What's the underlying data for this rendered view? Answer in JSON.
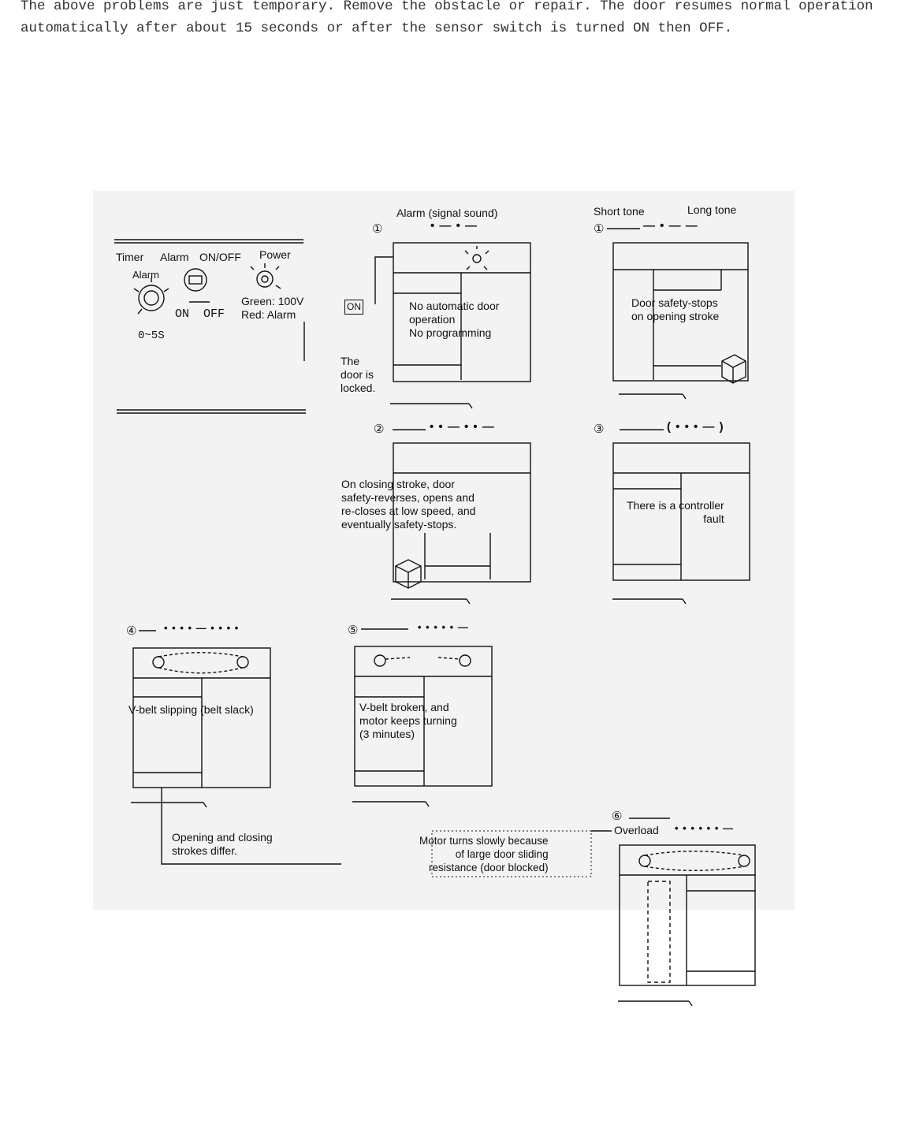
{
  "intro_text": "The above problems are just temporary. Remove the obstacle or repair. The door resumes normal operation automatically after about 15 seconds or after the sensor switch is turned ON then OFF.",
  "panel": {
    "timer": "Timer",
    "alarm": "Alarm",
    "alarm_onoff": "ON/OFF",
    "power": "Power",
    "alarm_sub": "Alarm",
    "on": "ON",
    "off": "OFF",
    "range": "0~5S",
    "green": "Green: 100V",
    "red": "Red: Alarm"
  },
  "case1": {
    "num": "①",
    "title": "Alarm (signal sound)",
    "pattern": "• — • —",
    "switch": "ON",
    "text": "No automatic door\noperation\nNo programming",
    "locked": "The\ndoor is\nlocked."
  },
  "case1b": {
    "num": "①",
    "short_tone": "Short tone",
    "long_tone": "Long tone",
    "pattern": "— • — —",
    "text": "Door safety-stops\non opening stroke"
  },
  "case2": {
    "num": "②",
    "pattern": "• • — • • —",
    "text": "On closing stroke, door\nsafety-reverses, opens and\nre-closes at low speed, and\neventually safety-stops."
  },
  "case3": {
    "num": "③",
    "pattern": "( • • • — )",
    "text": "There is a controller\nfault"
  },
  "case4": {
    "num": "④",
    "pattern": "• • • • — • • • •",
    "text": "V-belt slipping (belt slack)",
    "strokes": "Opening and closing\nstrokes differ."
  },
  "case5": {
    "num": "⑤",
    "pattern": "• • • • • —",
    "text": "V-belt broken, and\nmotor keeps turning\n(3 minutes)"
  },
  "case6": {
    "num": "⑥",
    "overload": "Overload",
    "pattern": "• • • • • • —",
    "motor": "Motor turns slowly because\nof large door sliding\nresistance (door blocked)"
  },
  "colors": {
    "background": "#ffffff",
    "figure_bg": "#f3f3f3",
    "ink": "#111111",
    "intro_text": "#333333"
  },
  "icons": [
    "alarm-sound-icon",
    "timer-dial-icon",
    "power-lamp-icon",
    "on-off-switch-icon",
    "obstacle-box-icon",
    "pulley-icon"
  ]
}
